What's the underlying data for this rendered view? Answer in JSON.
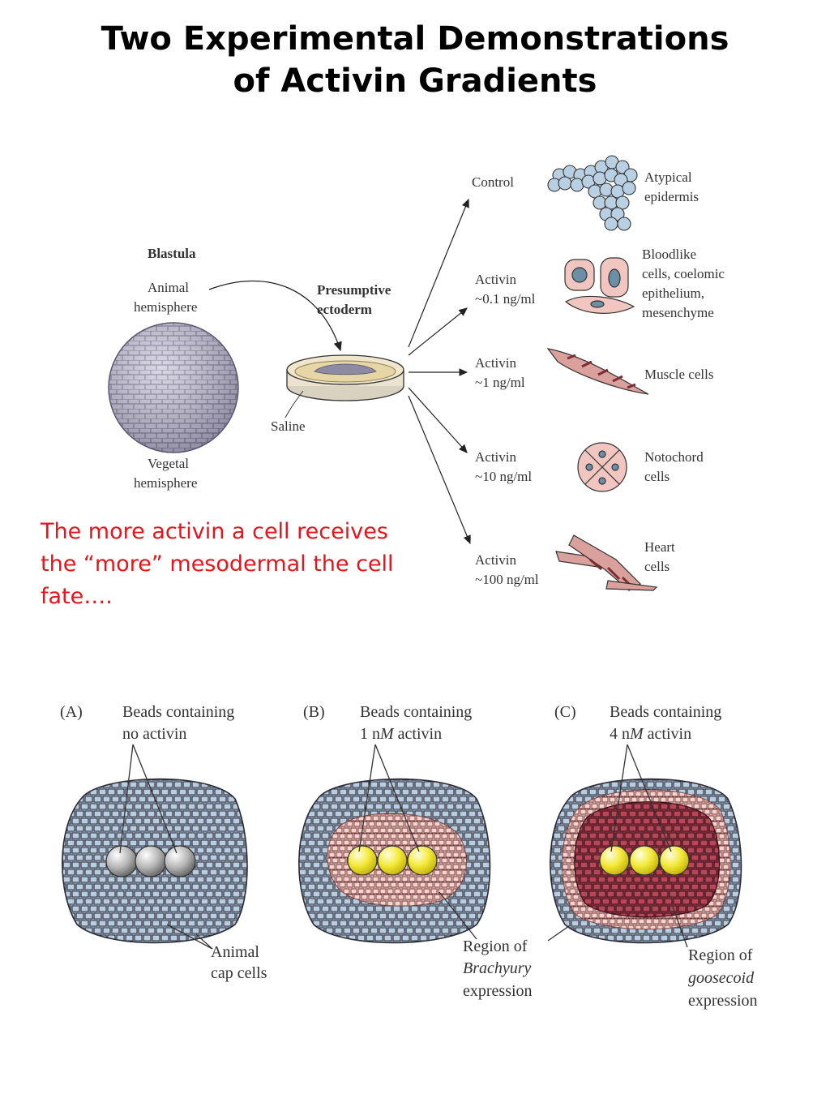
{
  "title": {
    "line1": "Two Experimental Demonstrations",
    "line2": "of Activin Gradients"
  },
  "note": {
    "line1": "The more activin a cell receives",
    "line2": "the “more” mesodermal the cell",
    "line3": "fate…."
  },
  "top_diagram": {
    "blastula": "Blastula",
    "animal_1": "Animal",
    "animal_2": "hemisphere",
    "vegetal_1": "Vegetal",
    "vegetal_2": "hemisphere",
    "presumptive_1": "Presumptive",
    "presumptive_2": "ectoderm",
    "saline": "Saline",
    "conditions": [
      {
        "line1": "Control",
        "line2": ""
      },
      {
        "line1": "Activin",
        "line2": "~0.1 ng/ml"
      },
      {
        "line1": "Activin",
        "line2": "~1 ng/ml"
      },
      {
        "line1": "Activin",
        "line2": "~10 ng/ml"
      },
      {
        "line1": "Activin",
        "line2": "~100 ng/ml"
      }
    ],
    "outcomes": [
      {
        "lines": [
          "Atypical",
          "epidermis"
        ]
      },
      {
        "lines": [
          "Bloodlike",
          "cells, coelomic",
          "epithelium,",
          "mesenchyme"
        ]
      },
      {
        "lines": [
          "Muscle cells"
        ]
      },
      {
        "lines": [
          "Notochord",
          "cells"
        ]
      },
      {
        "lines": [
          "Heart",
          "cells"
        ]
      }
    ]
  },
  "bottom_diagram": {
    "panels": [
      {
        "letter": "(A)",
        "line1": "Beads containing",
        "line2": "no activin"
      },
      {
        "letter": "(B)",
        "line1": "Beads containing",
        "line2a": "1 n",
        "line2b": "M",
        "line2c": " activin"
      },
      {
        "letter": "(C)",
        "line1": "Beads containing",
        "line2a": "4 n",
        "line2b": "M",
        "line2c": "  activin"
      }
    ],
    "animal_cap_1": "Animal",
    "animal_cap_2": "cap cells",
    "brachyury_1": "Region of",
    "brachyury_2": "Brachyury",
    "brachyury_3": "expression",
    "goosecoid_1": "Region of",
    "goosecoid_2": "goosecoid",
    "goosecoid_3": "expression"
  },
  "colors": {
    "note_red": "#e8141c",
    "cap_blue": "#a8bfd6",
    "brachyury_pink": "#f3b9b3",
    "goosecoid_red": "#a8404e",
    "bead_gray": "#a9a9a9",
    "bead_yellow": "#f2ec3c"
  }
}
